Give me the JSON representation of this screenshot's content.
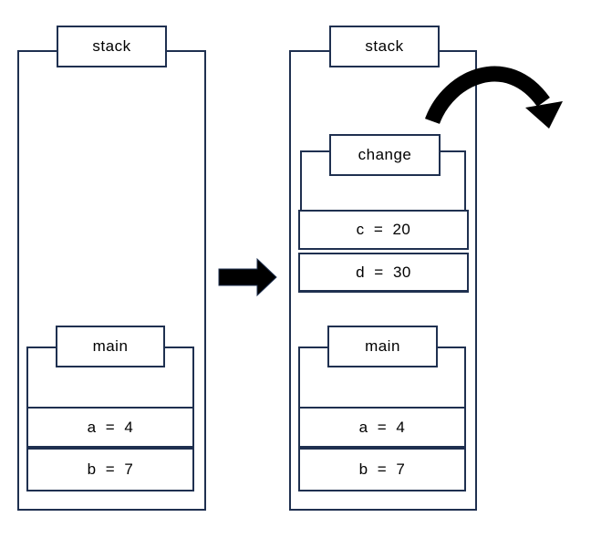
{
  "left_stack": {
    "label": "stack",
    "main": {
      "label": "main",
      "rows": [
        "a = 4",
        "b = 7"
      ]
    }
  },
  "right_stack": {
    "label": "stack",
    "change": {
      "label": "change",
      "rows": [
        "c = 20",
        "d = 30"
      ]
    },
    "main": {
      "label": "main",
      "rows": [
        "a = 4",
        "b = 7"
      ]
    }
  },
  "arrows": {
    "transition_arrow": "right-block-arrow",
    "return_arrow": "curved-return-arrow"
  },
  "colors": {
    "outline": "#1f3050",
    "arrow_fill": "#000000",
    "text": "#000000",
    "background": "#ffffff"
  }
}
